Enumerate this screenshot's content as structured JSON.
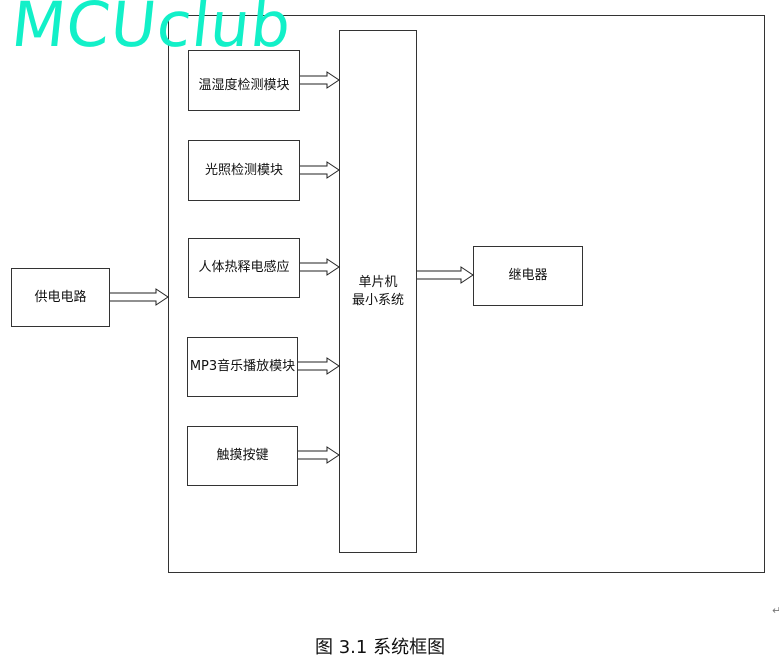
{
  "watermark": "MCUclub",
  "modules": [
    "温湿度检测模块",
    "光照检测模块",
    "人体热释电感应",
    "MP3音乐播放模块",
    "触摸按键"
  ],
  "power": "供电电路",
  "mcu": {
    "line1": "单片机",
    "line2": "最小系统"
  },
  "relay": "继电器",
  "caption": "图 3.1 系统框图",
  "return_mark": "↵"
}
